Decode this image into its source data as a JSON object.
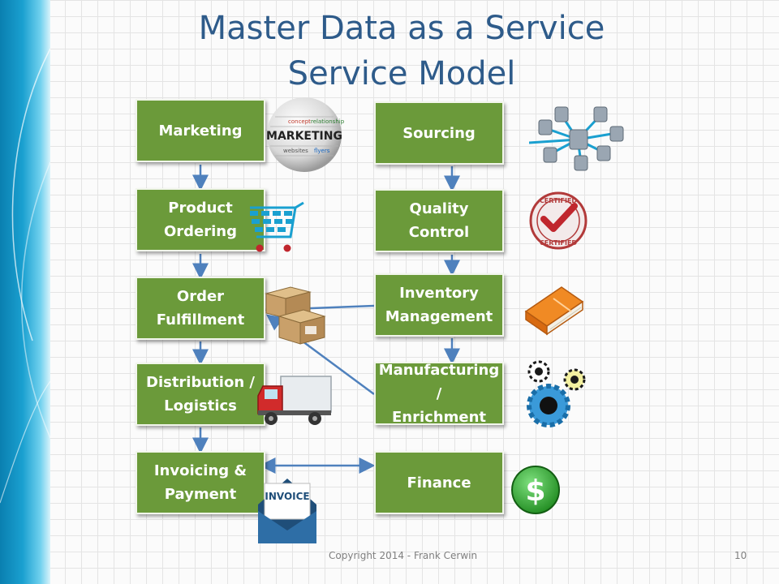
{
  "slide": {
    "title_line1": "Master Data as a Service",
    "title_line2": "Service Model",
    "footer": "Copyright 2014 - Frank Cerwin",
    "page_number": "10"
  },
  "left_column": [
    {
      "id": "marketing",
      "label": "Marketing",
      "icon": "marketing-sphere-icon"
    },
    {
      "id": "product-ordering",
      "label": "Product\nOrdering",
      "icon": "shopping-cart-icon"
    },
    {
      "id": "order-fulfillment",
      "label": "Order\nFulfillment",
      "icon": "boxes-icon"
    },
    {
      "id": "distribution-logistics",
      "label": "Distribution /\nLogistics",
      "icon": "truck-icon"
    },
    {
      "id": "invoicing-payment",
      "label": "Invoicing &\nPayment",
      "icon": "invoice-envelope-icon"
    }
  ],
  "right_column": [
    {
      "id": "sourcing",
      "label": "Sourcing",
      "icon": "database-network-icon"
    },
    {
      "id": "quality-control",
      "label": "Quality\nControl",
      "icon": "certified-stamp-icon"
    },
    {
      "id": "inventory-management",
      "label": "Inventory\nManagement",
      "icon": "book-icon"
    },
    {
      "id": "manufacturing-enrichment",
      "label": "Manufacturing /\nEnrichment",
      "icon": "gears-icon"
    },
    {
      "id": "finance",
      "label": "Finance",
      "icon": "dollar-coin-icon"
    }
  ],
  "invoice_icon_text": "INVOICE",
  "stamp_text": "CERTIFIED",
  "marketing_sphere_text": "MARKETING",
  "dollar_symbol": "$",
  "colors": {
    "box_fill": "#6b9a3a",
    "title": "#2e5b8a",
    "connector": "#4f81bd",
    "band": "#1aa0d0"
  }
}
